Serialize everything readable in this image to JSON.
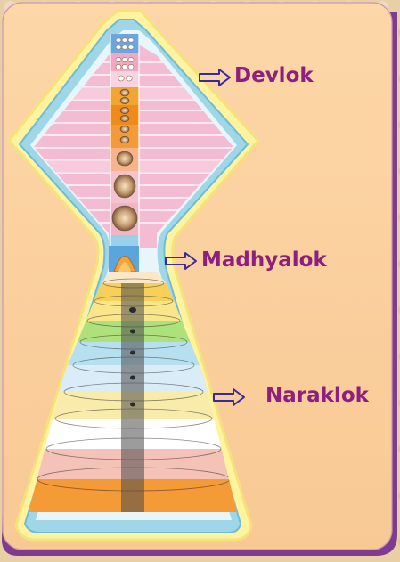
{
  "labels": {
    "devlok": "Devlok",
    "madhyalok": "Madhyalok",
    "naraklok": "Naraklok"
  },
  "colors": {
    "background": "#e9cfa6",
    "card_fill": "#fbd2a0",
    "card_border": "#7d3c8f",
    "label_text": "#8e1f7f",
    "arrow_stroke": "#3a2a9a",
    "outer_halo": "#fff6a6",
    "blue_border": "#8fd5e8",
    "devlok_pink": "#f7c3d6",
    "naraklok_cream": "#fbe8c8"
  },
  "icons": [
    "right-arrow-icon"
  ]
}
